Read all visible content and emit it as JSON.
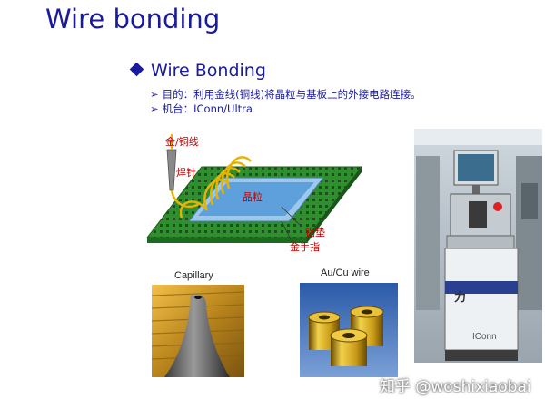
{
  "slide": {
    "title": "Wire bonding",
    "heading": "Wire Bonding",
    "bullets": [
      "目的：利用金线(铜线)将晶粒与基板上的外接电路连接。",
      "机台：IConn/Ultra"
    ],
    "bullet_arrow": "➢"
  },
  "diagram": {
    "labels": {
      "wire": "金/铜线",
      "needle": "焊针",
      "die": "晶粒",
      "pad": "铝垫",
      "finger": "金手指"
    }
  },
  "photos": {
    "capillary_caption": "Capillary",
    "wire_caption": "Au/Cu wire",
    "machine_brand_text": "IConn",
    "machine_panel_char": "力"
  },
  "watermark": "知乎 @woshixiaobai"
}
